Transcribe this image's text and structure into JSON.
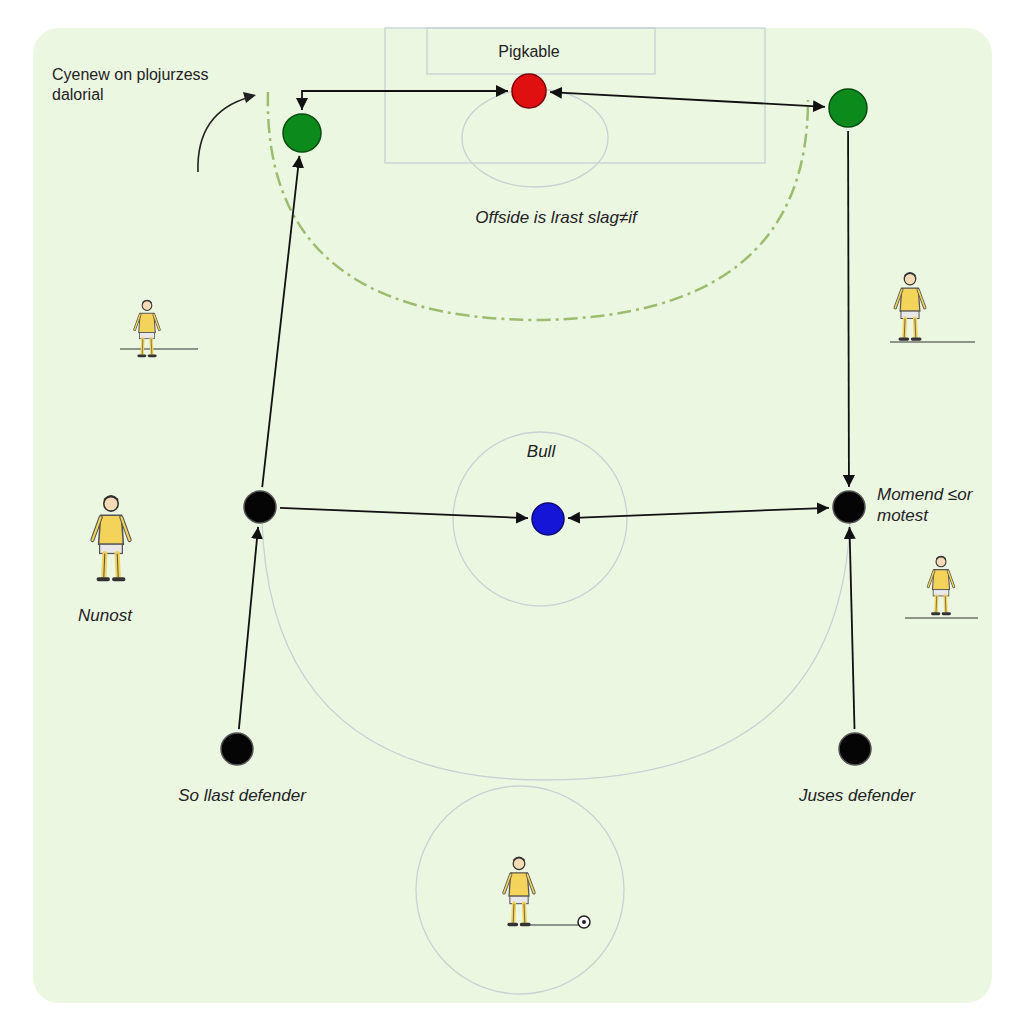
{
  "diagram": {
    "nodes": [
      {
        "text": [
          "Pigkable"
        ]
      },
      {
        "text": []
      },
      {
        "text": []
      },
      {
        "text": []
      },
      {
        "text": [
          "Bull"
        ]
      },
      {
        "text": [
          "Momend ≤or motest"
        ]
      },
      {
        "text": [
          "So llast defender"
        ]
      },
      {
        "text": [
          "Juses defender"
        ]
      }
    ],
    "edges": [
      {
        "from": 1,
        "to": 0,
        "arrow": "both"
      },
      {
        "from": 0,
        "to": 2,
        "arrow": "both"
      },
      {
        "from": 2,
        "to": 5,
        "arrow": "to"
      },
      {
        "from": 3,
        "to": 1,
        "arrow": "to"
      },
      {
        "from": 3,
        "to": 4,
        "arrow": "to"
      },
      {
        "from": 4,
        "to": 5,
        "arrow": "both"
      },
      {
        "from": 6,
        "to": 3,
        "arrow": "to"
      },
      {
        "from": 7,
        "to": 5,
        "arrow": "to"
      }
    ],
    "labels": [
      "Cyenew on plojurzess dalorial",
      "Offside is lrast slag≠if",
      "Nunost"
    ]
  }
}
